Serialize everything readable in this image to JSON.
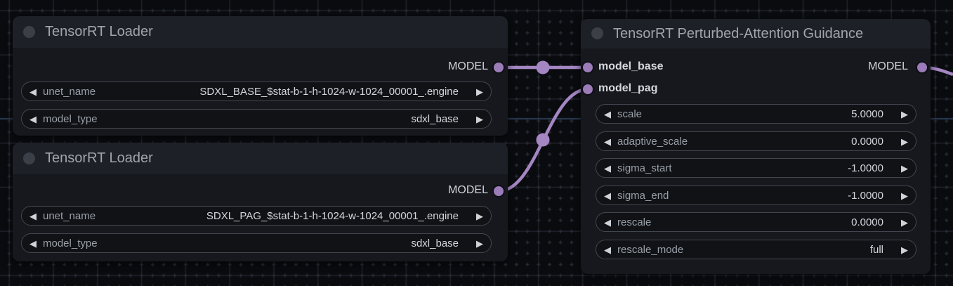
{
  "canvas": {
    "bg_color": "#0a0b0f",
    "grid_line_color": "#20242b",
    "grid_dot_color": "#292d35",
    "stray_link_color": "#2b3c55",
    "wire_color": "#a486c2",
    "slot_color": "#9b7cb8"
  },
  "icons": {
    "left_arrow": "◀",
    "right_arrow": "▶"
  },
  "nodes": [
    {
      "title": "TensorRT Loader",
      "outputs": [
        {
          "name": "MODEL"
        }
      ],
      "widgets": [
        {
          "label": "unet_name",
          "value": "SDXL_BASE_$stat-b-1-h-1024-w-1024_00001_.engine"
        },
        {
          "label": "model_type",
          "value": "sdxl_base"
        }
      ]
    },
    {
      "title": "TensorRT Loader",
      "outputs": [
        {
          "name": "MODEL"
        }
      ],
      "widgets": [
        {
          "label": "unet_name",
          "value": "SDXL_PAG_$stat-b-1-h-1024-w-1024_00001_.engine"
        },
        {
          "label": "model_type",
          "value": "sdxl_base"
        }
      ]
    },
    {
      "title": "TensorRT Perturbed-Attention Guidance",
      "inputs": [
        {
          "name": "model_base"
        },
        {
          "name": "model_pag"
        }
      ],
      "outputs": [
        {
          "name": "MODEL"
        }
      ],
      "widgets": [
        {
          "label": "scale",
          "value": "5.0000"
        },
        {
          "label": "adaptive_scale",
          "value": "0.0000"
        },
        {
          "label": "sigma_start",
          "value": "-1.0000"
        },
        {
          "label": "sigma_end",
          "value": "-1.0000"
        },
        {
          "label": "rescale",
          "value": "0.0000"
        },
        {
          "label": "rescale_mode",
          "value": "full"
        }
      ]
    }
  ]
}
